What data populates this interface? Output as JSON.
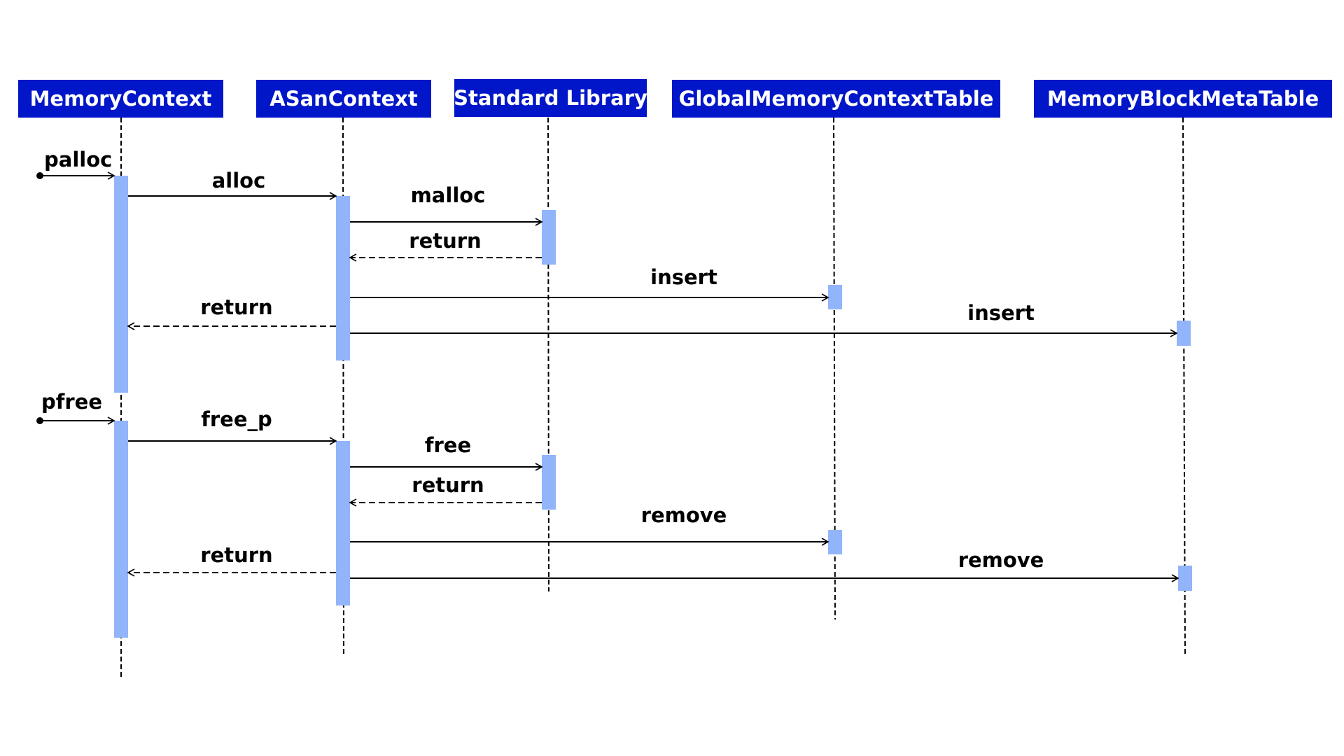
{
  "colors": {
    "actor_fill": "#0016c8",
    "actor_text": "#ffffff",
    "activation_fill": "#92b4fa",
    "line": "#000000",
    "background": "#ffffff"
  },
  "actors": [
    {
      "id": "memory-context",
      "label": "MemoryContext"
    },
    {
      "id": "asan-context",
      "label": "ASanContext"
    },
    {
      "id": "standard-library",
      "label": "Standard Library"
    },
    {
      "id": "global-memory-context-table",
      "label": "GlobalMemoryContextTable"
    },
    {
      "id": "memory-block-meta-table",
      "label": "MemoryBlockMetaTable"
    }
  ],
  "messages": [
    {
      "id": "palloc",
      "label": "palloc",
      "from": "external",
      "to": "memory-context",
      "kind": "call"
    },
    {
      "id": "alloc",
      "label": "alloc",
      "from": "memory-context",
      "to": "asan-context",
      "kind": "call"
    },
    {
      "id": "malloc",
      "label": "malloc",
      "from": "asan-context",
      "to": "standard-library",
      "kind": "call"
    },
    {
      "id": "malloc-return",
      "label": "return",
      "from": "standard-library",
      "to": "asan-context",
      "kind": "return"
    },
    {
      "id": "insert-global",
      "label": "insert",
      "from": "asan-context",
      "to": "global-memory-context-table",
      "kind": "call"
    },
    {
      "id": "alloc-return",
      "label": "return",
      "from": "asan-context",
      "to": "memory-context",
      "kind": "return"
    },
    {
      "id": "insert-block",
      "label": "insert",
      "from": "asan-context",
      "to": "memory-block-meta-table",
      "kind": "call"
    },
    {
      "id": "pfree",
      "label": "pfree",
      "from": "external",
      "to": "memory-context",
      "kind": "call"
    },
    {
      "id": "free-p",
      "label": "free_p",
      "from": "memory-context",
      "to": "asan-context",
      "kind": "call"
    },
    {
      "id": "free",
      "label": "free",
      "from": "asan-context",
      "to": "standard-library",
      "kind": "call"
    },
    {
      "id": "free-return",
      "label": "return",
      "from": "standard-library",
      "to": "asan-context",
      "kind": "return"
    },
    {
      "id": "remove-global",
      "label": "remove",
      "from": "asan-context",
      "to": "global-memory-context-table",
      "kind": "call"
    },
    {
      "id": "free-p-return",
      "label": "return",
      "from": "asan-context",
      "to": "memory-context",
      "kind": "return"
    },
    {
      "id": "remove-block",
      "label": "remove",
      "from": "asan-context",
      "to": "memory-block-meta-table",
      "kind": "call"
    }
  ]
}
